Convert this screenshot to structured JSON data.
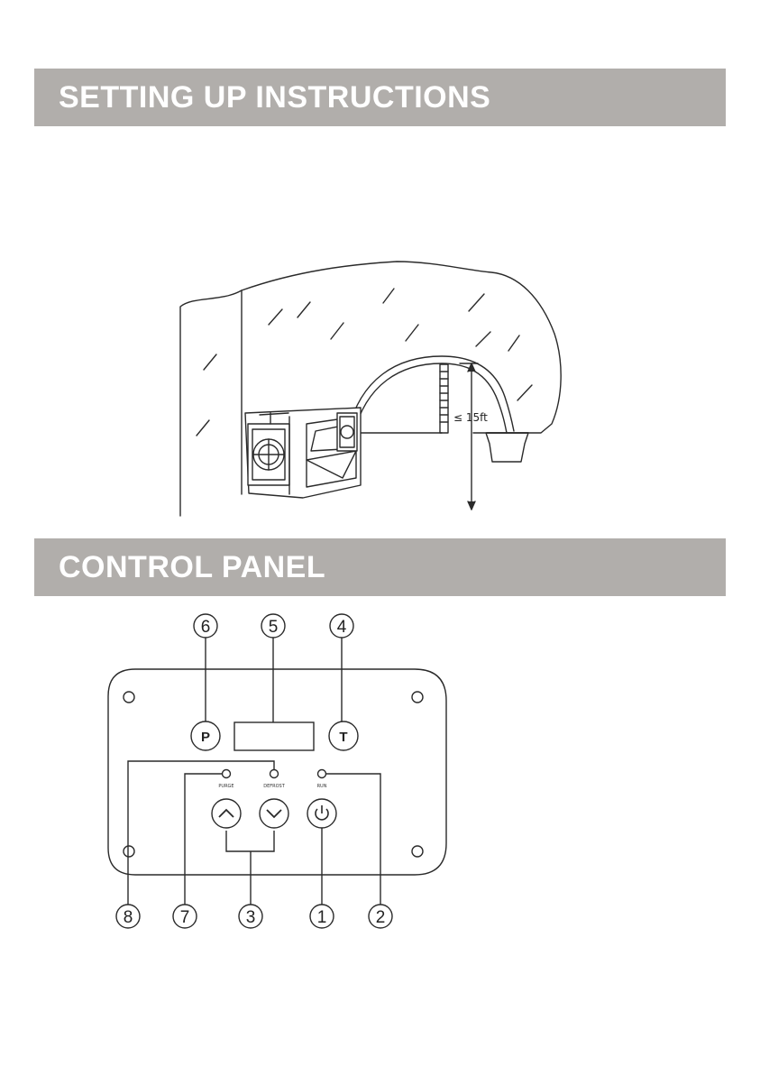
{
  "sections": {
    "setup": {
      "title": "SETTING UP INSTRUCTIONS"
    },
    "control": {
      "title": "CONTROL PANEL"
    }
  },
  "diagram": {
    "height_label": "≤ 15ft"
  },
  "panel": {
    "buttons": {
      "p_label": "P",
      "t_label": "T"
    },
    "indicators": {
      "purge": "PURGE",
      "defrost": "DEFROST",
      "run": "RUN"
    },
    "callouts": [
      "1",
      "2",
      "3",
      "4",
      "5",
      "6",
      "7",
      "8"
    ]
  },
  "colors": {
    "banner_bg": "#b1aeab",
    "banner_text": "#ffffff",
    "line": "#2a2a2a"
  },
  "icons": [
    "power-icon",
    "chevron-up-icon",
    "chevron-down-icon",
    "fan-grille-icon",
    "bucket-icon"
  ]
}
